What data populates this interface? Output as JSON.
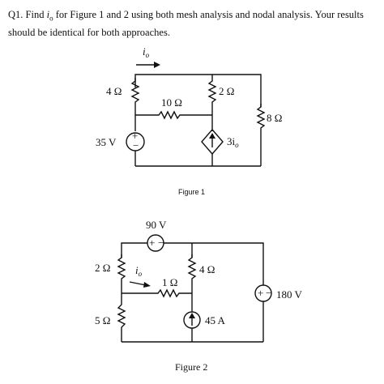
{
  "question": {
    "prefix": "Q1. Find ",
    "var": "i",
    "var_sub": "o",
    "suffix": " for Figure 1 and 2 using both mesh analysis and nodal analysis. Your results should be identical for both approaches."
  },
  "figure1": {
    "caption": "Figure 1",
    "current_label": "i",
    "current_sub": "o",
    "r1": "4 Ω",
    "r2": "10 Ω",
    "r3": "2 Ω",
    "r4": "8 Ω",
    "vsrc": "35 V",
    "dep_src": "3i",
    "dep_sub": "o"
  },
  "figure2": {
    "caption": "Figure 2",
    "v1": "90 V",
    "r1": "2 Ω",
    "r2": "5 Ω",
    "r3": "1 Ω",
    "r4": "4 Ω",
    "isrc": "45 A",
    "v2": "180 V",
    "current_label": "i",
    "current_sub": "o"
  }
}
